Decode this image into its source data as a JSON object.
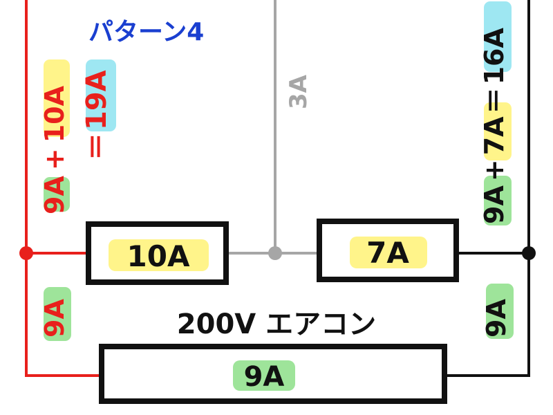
{
  "title": "パターン4",
  "colors": {
    "red": "#e8201c",
    "gray": "#a6a6a6",
    "black": "#111111",
    "blue": "#1a3fd0",
    "yellow_hl": "#fff48a",
    "cyan_hl": "#9ee7f2",
    "green_hl": "#9ee49a"
  },
  "left_wire": {
    "sum_a": "9A",
    "plus": "+",
    "sum_b": "10A",
    "equals": "＝",
    "total": "19A",
    "lower": "9A"
  },
  "middle_wire": {
    "current": "3A"
  },
  "right_wire": {
    "sum_a": "9A",
    "plus": "+",
    "sum_b": "7A",
    "equals": "＝",
    "total": "16A",
    "lower": "9A"
  },
  "loads": {
    "load_left": "10A",
    "load_right": "7A",
    "aircon_label": "200V エアコン",
    "aircon_current": "9A"
  }
}
